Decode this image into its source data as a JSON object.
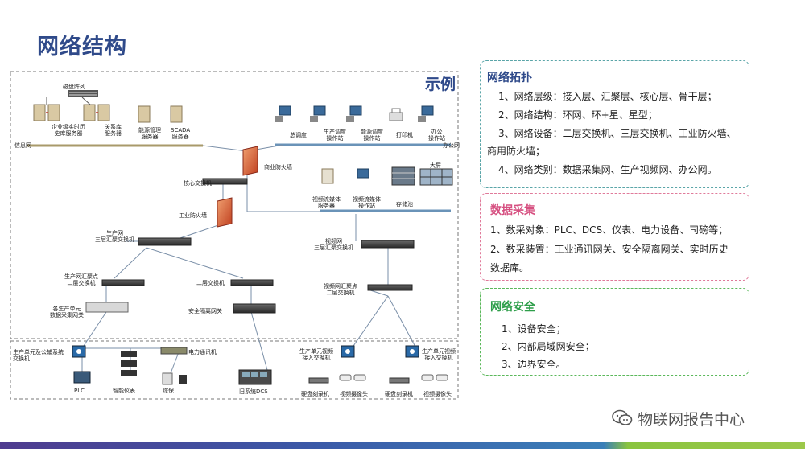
{
  "title": "网络结构",
  "diagram": {
    "sample_label": "示例",
    "labels": {
      "disk_array": "磁盘阵列",
      "hist_server": "企业级实时历\n史库服务器",
      "rel_db": "关系库\n服务器",
      "energy_server": "能源管理\n服务器",
      "scada_server": "SCADA\n服务器",
      "info_net": "信息网",
      "dispatch": "总调度",
      "prod_dispatch": "生产调度\n操作站",
      "energy_dispatch": "能源调度\n操作站",
      "printer": "打印机",
      "office_ws": "办公\n操作站",
      "office_net": "办公网",
      "commercial_fw": "商业防火墙",
      "core_switch": "核心交换机",
      "media_server": "视频流媒体\n服务器",
      "media_ws": "视频流媒体\n操作站",
      "storage_pool": "存储池",
      "big_screen": "大屏",
      "industrial_fw": "工业防火墙",
      "prod_l3_switch": "生产网\n三层汇聚交换机",
      "video_l3_switch": "视频网\n三层汇聚交换机",
      "prod_agg_l2": "生产网汇聚点\n二层交换机",
      "l2_switch": "二层交换机",
      "video_agg_l2": "视频网汇聚点\n二层交换机",
      "collect_gw": "各生产单元\n数据采集网关",
      "iso_gw": "安全隔离网关",
      "unit_switch": "生产单元及公辅系统\n交换机",
      "power_comm": "电力通讯机",
      "plc": "PLC",
      "smart_meter": "智能仪表",
      "scale": "综保",
      "legacy_dcs": "旧系统DCS",
      "video_access_1": "生产单元视频\n接入交换机",
      "video_access_2": "生产单元视频\n接入交换机",
      "nvr_1": "硬盘刻录机",
      "camera_1": "视频摄像头",
      "nvr_2": "硬盘刻录机",
      "camera_2": "视频摄像头"
    }
  },
  "panels": [
    {
      "title": "网络拓扑",
      "items": [
        "1、网络层级：接入层、汇聚层、核心层、骨干层；",
        "2、网络结构：环网、环+星、星型；",
        "3、网络设备：二层交换机、三层交换机、工业防火墙、",
        "商用防火墙；",
        "4、网络类别：数据采集网、生产视频网、办公网。"
      ]
    },
    {
      "title": "数据采集",
      "items": [
        "1、数采对象：PLC、DCS、仪表、电力设备、司磅等；",
        "2、数采装置：工业通讯网关、安全隔离网关、实时历史",
        "数据库。"
      ]
    },
    {
      "title": "网络安全",
      "items": [
        "1、设备安全；",
        "2、内部局域网安全；",
        "3、边界安全。"
      ]
    }
  ],
  "watermark": "物联网报告中心",
  "colors": {
    "title": "#2f4a8a",
    "panel1": "#5aa5a8",
    "panel2": "#e07a9a",
    "panel3": "#5bb85b"
  }
}
